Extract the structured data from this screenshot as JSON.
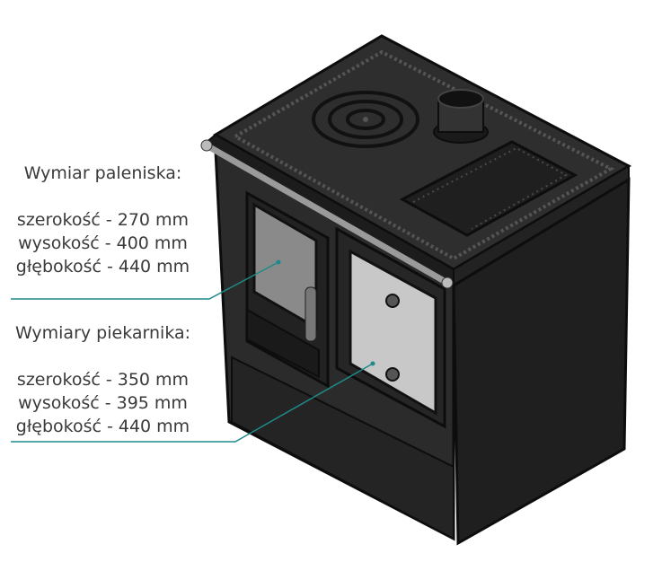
{
  "firebox": {
    "heading": "Wymiar paleniska:",
    "width": "szerokość - 270 mm",
    "height": "wysokość - 400 mm",
    "depth": "głębokość - 440 mm"
  },
  "oven": {
    "heading": "Wymiary piekarnika:",
    "width": "szerokość - 350 mm",
    "height": "wysokość - 395 mm",
    "depth": "głębokość - 440 mm"
  },
  "colors": {
    "stove_body": "#2b2b2b",
    "stove_outline": "#0d0d0d",
    "leader_line": "#1e8a8a",
    "text": "#3a3a3a"
  }
}
